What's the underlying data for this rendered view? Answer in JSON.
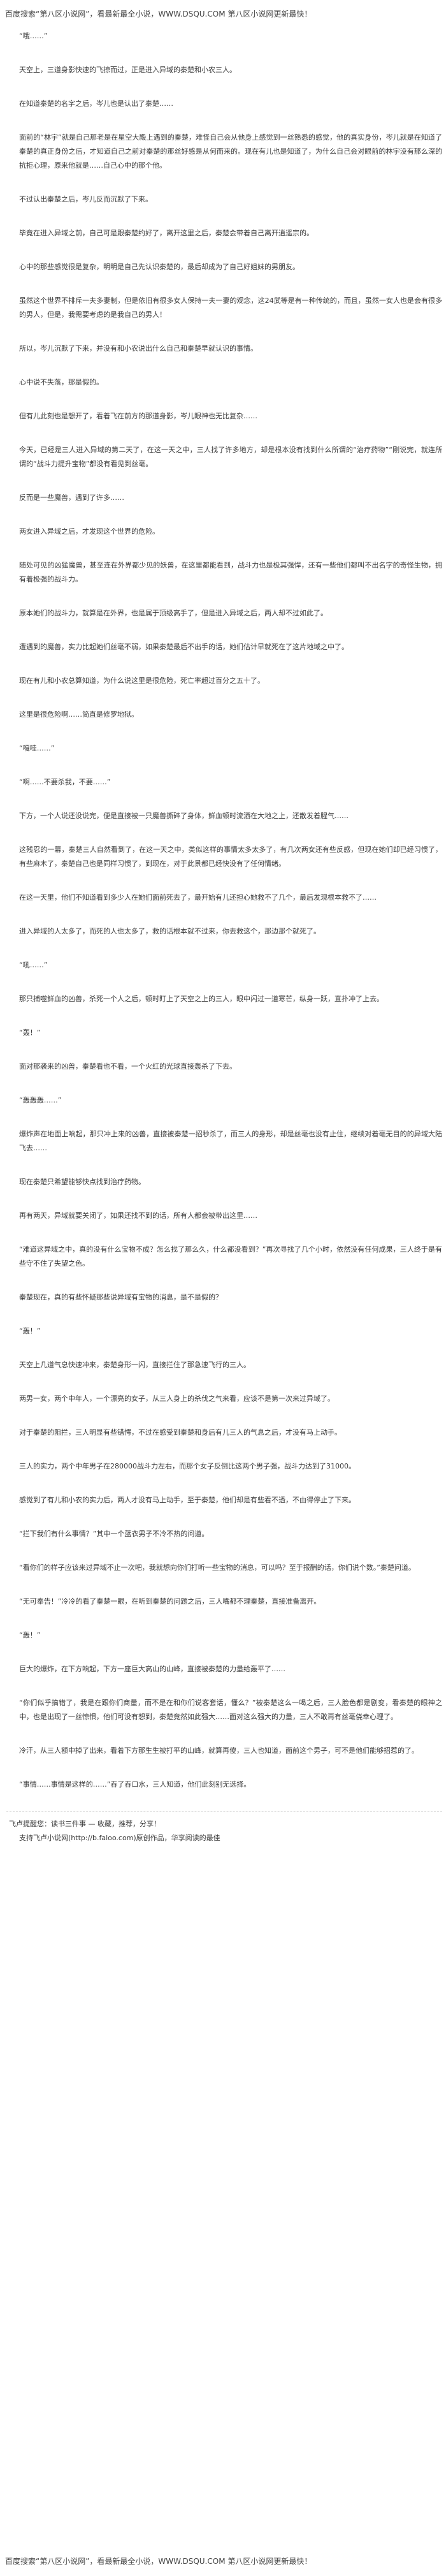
{
  "top_banner": "百度搜索“第八区小说网”，看最新最全小说，WWW.DSQU.COM  第八区小说网更新最快！",
  "paragraphs": [
    "“哦……”",
    "天空上，三道身影快速的飞掠而过，正是进入异域的秦楚和小农三人。",
    "在知道秦楚的名字之后，岑儿也是认出了秦楚……",
    "面前的“林宇”就是自己那老是在星空大殿上遇到的秦楚，难怪自己会从他身上感觉到一丝熟悉的感觉，他的真实身份，岑儿就是在知道了秦楚的真正身份之后，才知道自己之前对秦楚的那丝好感是从何而来的。现在有儿也是知道了，为什么自己会对眼前的林宇没有那么深的抗拒心理，原来他就是……自己心中的那个他。",
    "不过认出秦楚之后，岑儿反而沉默了下来。",
    "毕竟在进入异域之前，自己可是跟秦楚约好了，离开这里之后，秦楚会带着自己离开逍遥宗的。",
    "心中的那些感觉很是复杂，明明是自己先认识秦楚的，最后却成为了自己好姐妹的男朋友。",
    "虽然这个世界不排斥一夫多妻制，但是依旧有很多女人保持一夫一妻的观念，这24武等是有一种传统的，而且，虽然一女人也是会有很多的男人，但是，我需要考虑的是我自己的男人！",
    "所以，岑儿沉默了下来，并没有和小农说出什么自己和秦楚早就认识的事情。",
    "心中说不失落，那是假的。",
    "但有儿此刻也是想开了，看着飞在前方的那道身影，岑儿眼神也无比复杂……",
    "今天，已经是三人进入异域的第二天了，在这一天之中，三人找了许多地方，却是根本没有找到什么所谓的“治疗药物”“刚说完，就连所谓的“战斗力提升宝物”都没有看见到丝毫。",
    "反而是一些魔兽，遇到了许多……",
    "两女进入异域之后，才发现这个世界的危险。",
    "随处可见的凶猛魔兽，甚至连在外界都少见的妖兽，在这里都能看到，战斗力也是极其强悍，还有一些他们都叫不出名字的奇怪生物，拥有着极强的战斗力。",
    "原本她们的战斗力，就算是在外界，也是属于顶级高手了，但是进入异域之后，两人却不过如此了。",
    "遭遇到的魔兽，实力比起她们丝毫不弱，如果秦楚最后不出手的话，她们估计早就死在了这片地域之中了。",
    "现在有儿和小农总算知道，为什么说这里是很危险，死亡率超过百分之五十了。",
    "这里是很危险啊……简直是修罗地狱。",
    "“嘎哇……”",
    "“啊……不要杀我，不要……”",
    "下方，一个人说还没说完，便是直接被一只魔兽撕碎了身体，鲜血顿时流洒在大地之上，还散发着腥气……",
    "这残忍的一幕，秦楚三人自然看到了，在这一天之中，类似这样的事情太多太多了，有几次两女还有些反感，但现在她们却已经习惯了，有些麻木了，秦楚自己也是同样习惯了，到现在，对于此景都已经快没有了任何情绪。",
    "在这一天里，他们不知道看到多少人在她们面前死去了，最开始有儿还担心她救不了几个，最后发现根本救不了……",
    "进入异域的人太多了，而死的人也太多了，救的话根本就不过来，你去救这个，那边那个就死了。",
    "“吼……”",
    "那只捕噬鲜血的凶兽，杀死一个人之后，顿时盯上了天空之上的三人，眼中闪过一道寒芒，纵身一跃，直扑冲了上去。",
    "“轰！”",
    "面对那袭来的凶兽，秦楚看也不看，一个火红的光球直接轰杀了下去。",
    "“轰轰轰……”",
    "爆炸声在地面上响起，那只冲上来的凶兽，直接被秦楚一招秒杀了，而三人的身形，却是丝毫也没有止住，继续对着毫无目的的异域大陆飞去……",
    "现在秦楚只希望能够快点找到治疗药物。",
    "再有两天，异域就要关闭了，如果还找不到的话，所有人都会被带出这里……",
    "“难道这异域之中，真的没有什么宝物不成？怎么找了那么久，什么都没看到？”再次寻找了几个小时，依然没有任何成果，三人终于是有些守不住了失望之色。",
    "秦楚现在，真的有些怀疑那些说异域有宝物的消息，是不是假的？",
    "“轰！”",
    "天空上几道气息快速冲来，秦楚身形一闪，直接拦住了那急速飞行的三人。",
    "两男一女，两个中年人，一个漂亮的女子，从三人身上的杀伐之气来看，应该不是第一次来过异域了。",
    "对于秦楚的阻拦，三人明显有些错愕，不过在感受到秦楚和身后有儿三人的气息之后，才没有马上动手。",
    "三人的实力，两个中年男子在280000战斗力左右，而那个女子反倒比这两个男子强，战斗力达到了31000。",
    "感觉到了有儿和小农的实力后，两人才没有马上动手，至于秦楚，他们却是有些看不透，不由得停止了下来。",
    "“拦下我们有什么事情？”其中一个蓝衣男子不冷不热的问道。",
    "“看你们的样子应该来过异域不止一次吧，我就想向你们打听一些宝物的消息，可以吗？至于报酬的话，你们说个数。”秦楚问道。",
    "“无可奉告！”冷冷的看了秦楚一眼，在听到秦楚的问题之后，三人嘴都不理秦楚，直接准备离开。",
    "“轰！”",
    "巨大的爆炸，在下方响起，下方一座巨大高山的山峰，直接被秦楚的力量给轰平了……",
    "“你们似乎搞错了，我是在跟你们商量，而不是在和你们说客套话，懂么？”被秦楚这么一喝之后，三人脸色都是剧变，看秦楚的眼神之中，也是出现了一丝惊惧，他们可没有想到，秦楚竟然如此强大……面对这么强大的力量，三人不敢再有丝毫侥幸心理了。",
    "冷汗，从三人额中掉了出来，看着下方那生生被打平的山峰，就算再傻，三人也知道，面前这个男子，可不是他们能够招惹的了。",
    "“事情……事情是这样的……”吞了吞口水，三人知道，他们此刻别无选择。"
  ],
  "credit_lines": [
    "飞卢提醒您：读书三件事 — 收藏，推荐，分享！",
    "支持飞卢小说网(http://b.faloo.com)原创作品，华享阅读的最佳"
  ],
  "bottom_banner": "百度搜索“第八区小说网”，看最新最全小说，WWW.DSQU.COM  第八区小说网更新最快！"
}
